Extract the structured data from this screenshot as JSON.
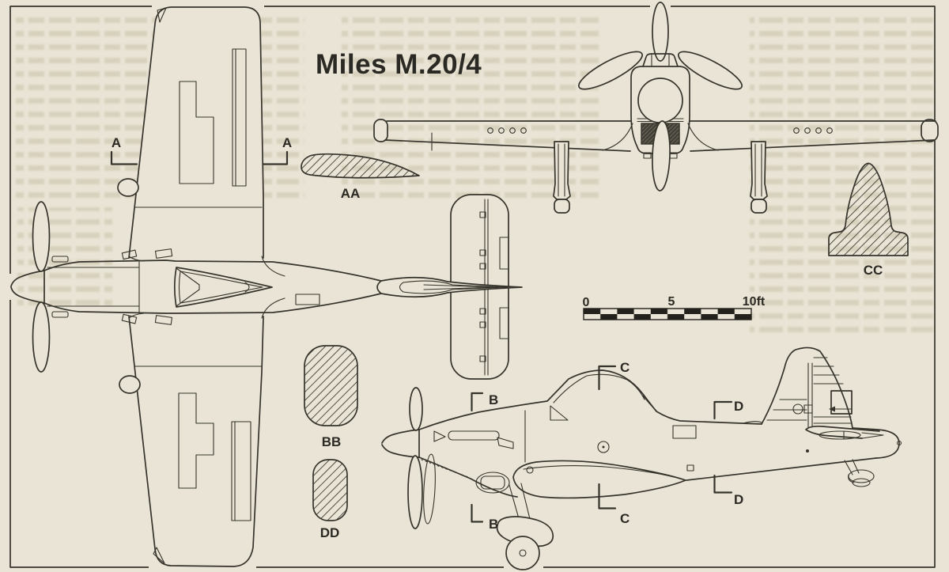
{
  "title": "Miles M.20/4",
  "section_labels": {
    "a": "A",
    "b": "B",
    "c": "C",
    "d": "D",
    "aa": "AA",
    "bb": "BB",
    "cc": "CC",
    "dd": "DD"
  },
  "scale_bar": {
    "start": "0",
    "mid": "5",
    "end": "10ft"
  },
  "colors": {
    "paper": "#e9e4d5",
    "ink": "#35332b",
    "bleed_text": "#c6bfa6"
  }
}
